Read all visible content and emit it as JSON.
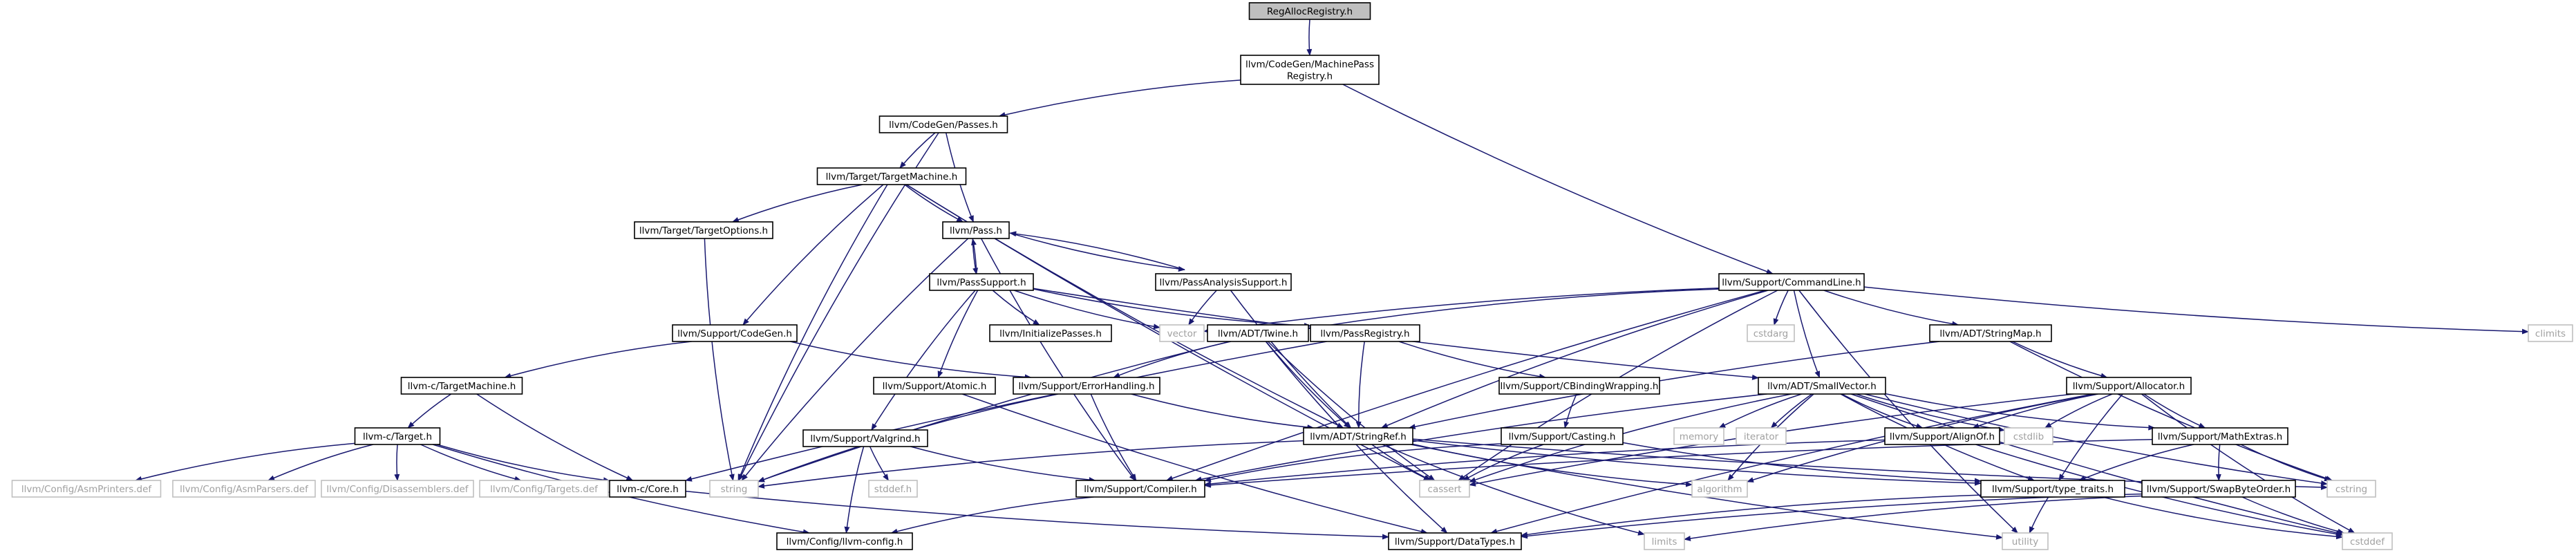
{
  "graph": {
    "colors": {
      "edge": "#191970",
      "box_border": "#000000",
      "root_fill": "#bfbfbf",
      "system_border": "#bfbfbf",
      "text": "#000000",
      "system_text": "#a0a0a0"
    },
    "nodes": [
      {
        "id": "root",
        "lines": [
          "RegAllocRegistry.h"
        ],
        "kind": "root"
      },
      {
        "id": "mpr",
        "lines": [
          "llvm/CodeGen/MachinePass",
          "Registry.h"
        ],
        "kind": "header"
      },
      {
        "id": "passes",
        "lines": [
          "llvm/CodeGen/Passes.h"
        ],
        "kind": "header"
      },
      {
        "id": "tm",
        "lines": [
          "llvm/Target/TargetMachine.h"
        ],
        "kind": "header"
      },
      {
        "id": "topts",
        "lines": [
          "llvm/Target/TargetOptions.h"
        ],
        "kind": "header"
      },
      {
        "id": "pass",
        "lines": [
          "llvm/Pass.h"
        ],
        "kind": "header"
      },
      {
        "id": "passsupport",
        "lines": [
          "llvm/PassSupport.h"
        ],
        "kind": "header"
      },
      {
        "id": "pas",
        "lines": [
          "llvm/PassAnalysisSupport.h"
        ],
        "kind": "header"
      },
      {
        "id": "initpasses",
        "lines": [
          "llvm/InitializePasses.h"
        ],
        "kind": "header"
      },
      {
        "id": "codegen",
        "lines": [
          "llvm/Support/CodeGen.h"
        ],
        "kind": "header"
      },
      {
        "id": "ctm",
        "lines": [
          "llvm-c/TargetMachine.h"
        ],
        "kind": "header"
      },
      {
        "id": "ctarget",
        "lines": [
          "llvm-c/Target.h"
        ],
        "kind": "header"
      },
      {
        "id": "asmprinters",
        "lines": [
          "llvm/Config/AsmPrinters.def"
        ],
        "kind": "system"
      },
      {
        "id": "asmparsers",
        "lines": [
          "llvm/Config/AsmParsers.def"
        ],
        "kind": "system"
      },
      {
        "id": "disasm",
        "lines": [
          "llvm/Config/Disassemblers.def"
        ],
        "kind": "system"
      },
      {
        "id": "targetsdef",
        "lines": [
          "llvm/Config/Targets.def"
        ],
        "kind": "system"
      },
      {
        "id": "ccore",
        "lines": [
          "llvm-c/Core.h"
        ],
        "kind": "header"
      },
      {
        "id": "string",
        "lines": [
          "string"
        ],
        "kind": "system"
      },
      {
        "id": "atomic",
        "lines": [
          "llvm/Support/Atomic.h"
        ],
        "kind": "header"
      },
      {
        "id": "valgrind",
        "lines": [
          "llvm/Support/Valgrind.h"
        ],
        "kind": "header"
      },
      {
        "id": "stddef",
        "lines": [
          "stddef.h"
        ],
        "kind": "system"
      },
      {
        "id": "llvmconfig",
        "lines": [
          "llvm/Config/llvm-config.h"
        ],
        "kind": "header"
      },
      {
        "id": "compiler",
        "lines": [
          "llvm/Support/Compiler.h"
        ],
        "kind": "header"
      },
      {
        "id": "errorh",
        "lines": [
          "llvm/Support/ErrorHandling.h"
        ],
        "kind": "header"
      },
      {
        "id": "twine",
        "lines": [
          "llvm/ADT/Twine.h"
        ],
        "kind": "header"
      },
      {
        "id": "passregistry",
        "lines": [
          "llvm/PassRegistry.h"
        ],
        "kind": "header"
      },
      {
        "id": "vector",
        "lines": [
          "vector"
        ],
        "kind": "system"
      },
      {
        "id": "cbinding",
        "lines": [
          "llvm/Support/CBindingWrapping.h"
        ],
        "kind": "header"
      },
      {
        "id": "casting",
        "lines": [
          "llvm/Support/Casting.h"
        ],
        "kind": "header"
      },
      {
        "id": "stringref",
        "lines": [
          "llvm/ADT/StringRef.h"
        ],
        "kind": "header"
      },
      {
        "id": "cassert",
        "lines": [
          "cassert"
        ],
        "kind": "system"
      },
      {
        "id": "datatypes",
        "lines": [
          "llvm/Support/DataTypes.h"
        ],
        "kind": "header"
      },
      {
        "id": "limits",
        "lines": [
          "limits"
        ],
        "kind": "system"
      },
      {
        "id": "algorithm",
        "lines": [
          "algorithm"
        ],
        "kind": "system"
      },
      {
        "id": "cmdline",
        "lines": [
          "llvm/Support/CommandLine.h"
        ],
        "kind": "header"
      },
      {
        "id": "cstdarg",
        "lines": [
          "cstdarg"
        ],
        "kind": "system"
      },
      {
        "id": "climits",
        "lines": [
          "climits"
        ],
        "kind": "system"
      },
      {
        "id": "stringmap",
        "lines": [
          "llvm/ADT/StringMap.h"
        ],
        "kind": "header"
      },
      {
        "id": "smallvector",
        "lines": [
          "llvm/ADT/SmallVector.h"
        ],
        "kind": "header"
      },
      {
        "id": "memory",
        "lines": [
          "memory"
        ],
        "kind": "system"
      },
      {
        "id": "iterator",
        "lines": [
          "iterator"
        ],
        "kind": "system"
      },
      {
        "id": "alignof",
        "lines": [
          "llvm/Support/AlignOf.h"
        ],
        "kind": "header"
      },
      {
        "id": "cstdlib",
        "lines": [
          "cstdlib"
        ],
        "kind": "system"
      },
      {
        "id": "allocator",
        "lines": [
          "llvm/Support/Allocator.h"
        ],
        "kind": "header"
      },
      {
        "id": "mathextras",
        "lines": [
          "llvm/Support/MathExtras.h"
        ],
        "kind": "header"
      },
      {
        "id": "typetraits",
        "lines": [
          "llvm/Support/type_traits.h"
        ],
        "kind": "header"
      },
      {
        "id": "swapbyte",
        "lines": [
          "llvm/Support/SwapByteOrder.h"
        ],
        "kind": "header"
      },
      {
        "id": "utility",
        "lines": [
          "utility"
        ],
        "kind": "system"
      },
      {
        "id": "cstring",
        "lines": [
          "cstring"
        ],
        "kind": "system"
      },
      {
        "id": "cstddef",
        "lines": [
          "cstddef"
        ],
        "kind": "system"
      }
    ],
    "edges": [
      [
        "root",
        "mpr"
      ],
      [
        "mpr",
        "passes"
      ],
      [
        "mpr",
        "cmdline"
      ],
      [
        "passes",
        "tm"
      ],
      [
        "passes",
        "pass"
      ],
      [
        "passes",
        "string"
      ],
      [
        "tm",
        "topts"
      ],
      [
        "tm",
        "pass"
      ],
      [
        "tm",
        "codegen"
      ],
      [
        "tm",
        "string"
      ],
      [
        "tm",
        "cassert"
      ],
      [
        "tm",
        "stringref"
      ],
      [
        "topts",
        "string"
      ],
      [
        "pass",
        "passsupport"
      ],
      [
        "pass",
        "pas"
      ],
      [
        "pass",
        "string"
      ],
      [
        "pass",
        "compiler"
      ],
      [
        "passsupport",
        "pass"
      ],
      [
        "passsupport",
        "initpasses"
      ],
      [
        "passsupport",
        "vector"
      ],
      [
        "passsupport",
        "passregistry"
      ],
      [
        "passsupport",
        "atomic"
      ],
      [
        "passsupport",
        "valgrind"
      ],
      [
        "passsupport",
        "smallvector"
      ],
      [
        "pas",
        "pass"
      ],
      [
        "pas",
        "vector"
      ],
      [
        "pas",
        "stringref"
      ],
      [
        "codegen",
        "ctm"
      ],
      [
        "codegen",
        "errorh"
      ],
      [
        "ctm",
        "ctarget"
      ],
      [
        "ctm",
        "ccore"
      ],
      [
        "ctarget",
        "asmprinters"
      ],
      [
        "ctarget",
        "asmparsers"
      ],
      [
        "ctarget",
        "disasm"
      ],
      [
        "ctarget",
        "targetsdef"
      ],
      [
        "ctarget",
        "ccore"
      ],
      [
        "ctarget",
        "llvmconfig"
      ],
      [
        "ccore",
        "datatypes"
      ],
      [
        "atomic",
        "datatypes"
      ],
      [
        "valgrind",
        "llvmconfig"
      ],
      [
        "valgrind",
        "stddef"
      ],
      [
        "valgrind",
        "compiler"
      ],
      [
        "compiler",
        "llvmconfig"
      ],
      [
        "errorh",
        "string"
      ],
      [
        "errorh",
        "compiler"
      ],
      [
        "errorh",
        "stringref"
      ],
      [
        "twine",
        "errorh"
      ],
      [
        "twine",
        "stringref"
      ],
      [
        "twine",
        "cassert"
      ],
      [
        "twine",
        "datatypes"
      ],
      [
        "twine",
        "string"
      ],
      [
        "passregistry",
        "stringref"
      ],
      [
        "passregistry",
        "cbinding"
      ],
      [
        "passregistry",
        "ccore"
      ],
      [
        "cbinding",
        "casting"
      ],
      [
        "casting",
        "compiler"
      ],
      [
        "casting",
        "typetraits"
      ],
      [
        "casting",
        "cassert"
      ],
      [
        "stringref",
        "cassert"
      ],
      [
        "stringref",
        "algorithm"
      ],
      [
        "stringref",
        "limits"
      ],
      [
        "stringref",
        "string"
      ],
      [
        "stringref",
        "utility"
      ],
      [
        "stringref",
        "cstring"
      ],
      [
        "stringref",
        "typetraits"
      ],
      [
        "cmdline",
        "twine"
      ],
      [
        "cmdline",
        "stringmap"
      ],
      [
        "cmdline",
        "smallvector"
      ],
      [
        "cmdline",
        "compiler"
      ],
      [
        "cmdline",
        "cassert"
      ],
      [
        "cmdline",
        "cstdarg"
      ],
      [
        "cmdline",
        "climits"
      ],
      [
        "cmdline",
        "vector"
      ],
      [
        "cmdline",
        "utility"
      ],
      [
        "cmdline",
        "stringref"
      ],
      [
        "stringmap",
        "stringref"
      ],
      [
        "stringmap",
        "allocator"
      ],
      [
        "stringmap",
        "cstring"
      ],
      [
        "smallvector",
        "alignof"
      ],
      [
        "smallvector",
        "compiler"
      ],
      [
        "smallvector",
        "mathextras"
      ],
      [
        "smallvector",
        "typetraits"
      ],
      [
        "smallvector",
        "algorithm"
      ],
      [
        "smallvector",
        "cassert"
      ],
      [
        "smallvector",
        "cstddef"
      ],
      [
        "smallvector",
        "cstdlib"
      ],
      [
        "smallvector",
        "cstring"
      ],
      [
        "smallvector",
        "iterator"
      ],
      [
        "smallvector",
        "memory"
      ],
      [
        "alignof",
        "compiler"
      ],
      [
        "alignof",
        "cstddef"
      ],
      [
        "allocator",
        "alignof"
      ],
      [
        "allocator",
        "datatypes"
      ],
      [
        "allocator",
        "mathextras"
      ],
      [
        "allocator",
        "algorithm"
      ],
      [
        "allocator",
        "cassert"
      ],
      [
        "allocator",
        "cstddef"
      ],
      [
        "allocator",
        "cstdlib"
      ],
      [
        "allocator",
        "typetraits"
      ],
      [
        "mathextras",
        "compiler"
      ],
      [
        "mathextras",
        "swapbyte"
      ],
      [
        "mathextras",
        "typetraits"
      ],
      [
        "mathextras",
        "cstring"
      ],
      [
        "typetraits",
        "datatypes"
      ],
      [
        "typetraits",
        "cstddef"
      ],
      [
        "typetraits",
        "utility"
      ],
      [
        "swapbyte",
        "datatypes"
      ],
      [
        "swapbyte",
        "cstddef"
      ],
      [
        "swapbyte",
        "limits"
      ]
    ]
  }
}
